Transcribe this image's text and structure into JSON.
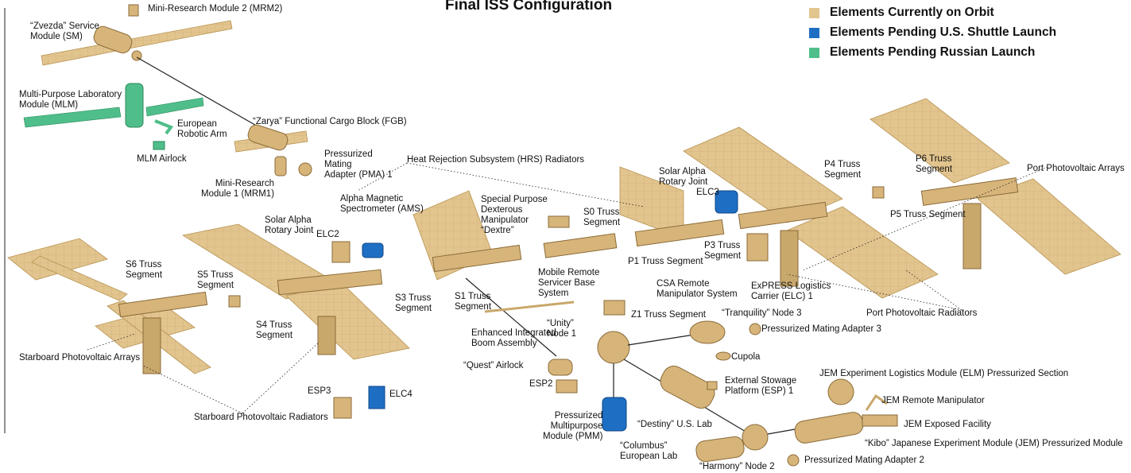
{
  "title": "Final ISS Configuration",
  "colors": {
    "on_orbit": "#e2c48e",
    "pending_shuttle": "#1e6fc4",
    "pending_russian": "#4fbe8a",
    "line": "#222222"
  },
  "legend": [
    {
      "label": "Elements Currently on Orbit",
      "color": "#e2c48e"
    },
    {
      "label": "Elements Pending U.S. Shuttle Launch",
      "color": "#1e6fc4"
    },
    {
      "label": "Elements Pending Russian Launch",
      "color": "#4fbe8a"
    }
  ],
  "labels": {
    "mrm2": "Mini-Research Module 2 (MRM2)",
    "zvezda": "“Zvezda” Service\nModule (SM)",
    "mlm": "Multi-Purpose Laboratory\nModule (MLM)",
    "era": "European\nRobotic Arm",
    "mlm_airlock": "MLM Airlock",
    "zarya": "“Zarya” Functional Cargo Block (FGB)",
    "pma1": "Pressurized\nMating\nAdapter (PMA) 1",
    "mrm1": "Mini-Research\nModule 1 (MRM1)",
    "ams": "Alpha Magnetic\nSpectrometer (AMS)",
    "hrs": "Heat Rejection Subsystem (HRS) Radiators",
    "dextre": "Special Purpose\nDexterous\nManipulator\n“Dextre”",
    "s0": "S0 Truss\nSegment",
    "sarj_stbd": "Solar Alpha\nRotary Joint",
    "elc2": "ELC2",
    "s6": "S6 Truss\nSegment",
    "s5": "S5 Truss\nSegment",
    "s4": "S4 Truss\nSegment",
    "s3": "S3 Truss\nSegment",
    "s1": "S1 Truss\nSegment",
    "stbd_arrays": "Starboard Photovoltaic Arrays",
    "stbd_radiators": "Starboard Photovoltaic Radiators",
    "esp3": "ESP3",
    "elc4": "ELC4",
    "mbs": "Mobile Remote\nServicer Base\nSystem",
    "csa_rms": "CSA Remote\nManipulator System",
    "p1": "P1 Truss Segment",
    "sarj_port": "Solar Alpha\nRotary Joint",
    "elc3": "ELC3",
    "p4": "P4 Truss\nSegment",
    "p6": "P6 Truss\nSegment",
    "port_arrays": "Port Photovoltaic Arrays",
    "p5": "P5 Truss Segment",
    "p3": "P3 Truss\nSegment",
    "elc1": "ExPRESS Logistics\nCarrier (ELC) 1",
    "port_radiators": "Port Photovoltaic Radiators",
    "eiba": "Enhanced Integrated\nBoom Assembly",
    "z1": "Z1 Truss Segment",
    "unity": "“Unity”\nNode 1",
    "tranquility": "“Tranquility” Node 3",
    "pma3": "Pressurized Mating Adapter 3",
    "cupola": "Cupola",
    "quest": "“Quest” Airlock",
    "esp2": "ESP2",
    "esp1": "External Stowage\nPlatform (ESP) 1",
    "pmm": "Pressurized\nMultipurpose\nModule (PMM)",
    "destiny": "“Destiny” U.S. Lab",
    "jem_elm": "JEM Experiment Logistics Module (ELM) Pressurized Section",
    "jem_rm": "JEM Remote Manipulator",
    "jem_ef": "JEM Exposed Facility",
    "kibo": "“Kibo” Japanese Experiment Module (JEM) Pressurized Module",
    "columbus": "“Columbus”\nEuropean Lab",
    "harmony": "“Harmony” Node 2",
    "pma2": "Pressurized Mating Adapter 2"
  }
}
